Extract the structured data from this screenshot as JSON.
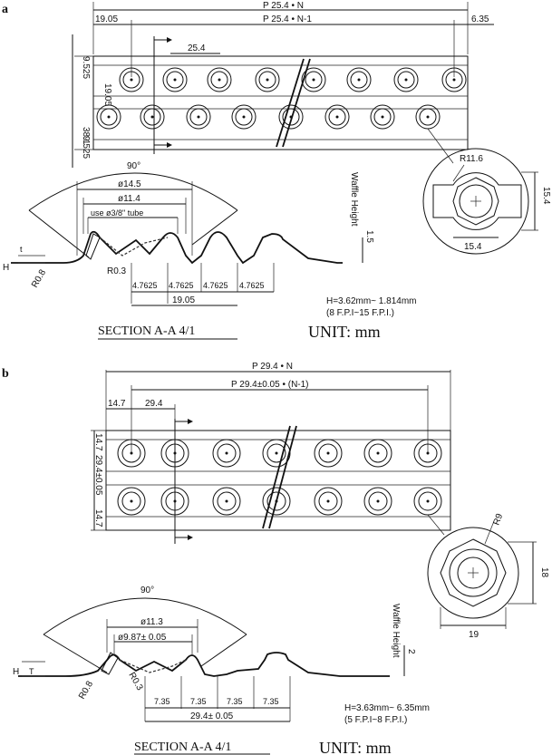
{
  "panel_a": {
    "label": "a",
    "dims": {
      "overall": "P 25.4 • N",
      "pitch": "P 25.4 • N-1",
      "left_edge": "19.05",
      "right_edge": "6.35",
      "spacing": "25.4",
      "v_top": "9.525",
      "v_bottom": "9.525",
      "v_total": "38.1",
      "v_mid": "19.05"
    },
    "detail": {
      "radius": "R11.6",
      "height": "15.4",
      "width": "15.4"
    },
    "section": {
      "angle": "90°",
      "d_outer": "ø14.5",
      "d_inner": "ø11.4",
      "tube_note": "use ø3/8\" tube",
      "h_label": "H",
      "t_label": "t",
      "r1": "R0.8",
      "r2": "R0.3",
      "seg": [
        "4.7625",
        "4.7625",
        "4.7625",
        "4.7625"
      ],
      "total": "19.05",
      "waffle": "Waffle Height",
      "waffle_val": "1.5",
      "h_range": "H=3.62mm~ 1.814mm",
      "fpi": "(8 F.P.I~15 F.P.I.)",
      "title": "SECTION A-A 4/1",
      "unit": "UNIT:  mm"
    }
  },
  "panel_b": {
    "label": "b",
    "dims": {
      "overall": "P 29.4 • N",
      "pitch": "P 29.4±0.05 • (N-1)",
      "left_edge": "14.7",
      "spacing": "29.4",
      "v_top": "14.7",
      "v_mid": "29.4±0.05",
      "v_bottom": "14.7"
    },
    "detail": {
      "radius": "R9",
      "height": "18",
      "width": "19"
    },
    "section": {
      "angle": "90°",
      "d_outer": "ø11.3",
      "d_inner": "ø9.87± 0.05",
      "h_label": "H",
      "t_label": "T",
      "r1": "R0.8",
      "r2": "R0.3",
      "seg": [
        "7.35",
        "7.35",
        "7.35",
        "7.35"
      ],
      "total": "29.4± 0.05",
      "waffle": "Waffle Height",
      "waffle_val": "2",
      "h_range": "H=3.63mm~ 6.35mm",
      "fpi": "(5 F.P.I~8 F.P.I.)",
      "title": "SECTION A-A 4/1",
      "unit": "UNIT:  mm"
    }
  }
}
